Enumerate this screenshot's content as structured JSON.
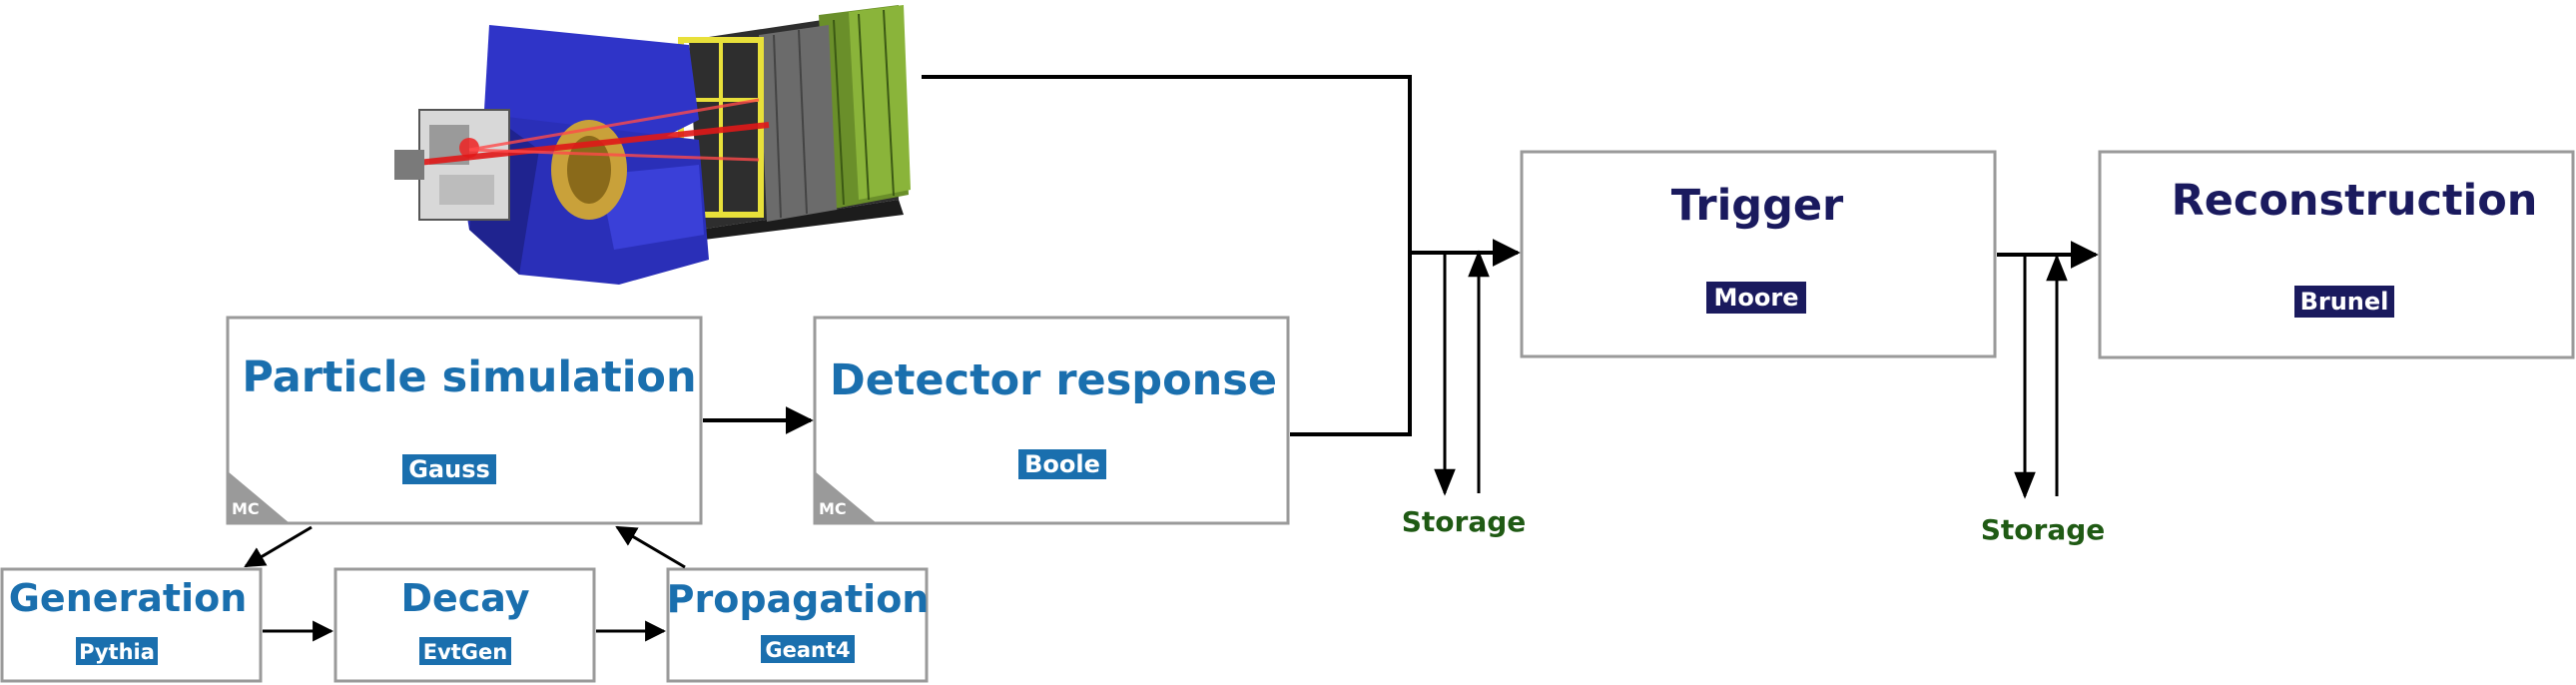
{
  "colors": {
    "simulation_accent": "#1a6fae",
    "processing_accent": "#1a1a5e",
    "storage_text": "#1f5a14",
    "box_border": "#9a9a9a",
    "mc_corner": "#9a9a9a",
    "arrow": "#000000"
  },
  "detector_image": {
    "icon": "lhcb-detector-illustration"
  },
  "boxes": {
    "particle_simulation": {
      "title": "Particle simulation",
      "tag": "Gauss",
      "corner": "MC"
    },
    "detector_response": {
      "title": "Detector response",
      "tag": "Boole",
      "corner": "MC"
    },
    "trigger": {
      "title": "Trigger",
      "tag": "Moore"
    },
    "reconstruction": {
      "title": "Reconstruction",
      "tag": "Brunel"
    },
    "generation": {
      "title": "Generation",
      "tag": "Pythia"
    },
    "decay": {
      "title": "Decay",
      "tag": "EvtGen"
    },
    "propagation": {
      "title": "Propagation",
      "tag": "Geant4"
    }
  },
  "storage": [
    {
      "label": "Storage"
    },
    {
      "label": "Storage"
    }
  ]
}
